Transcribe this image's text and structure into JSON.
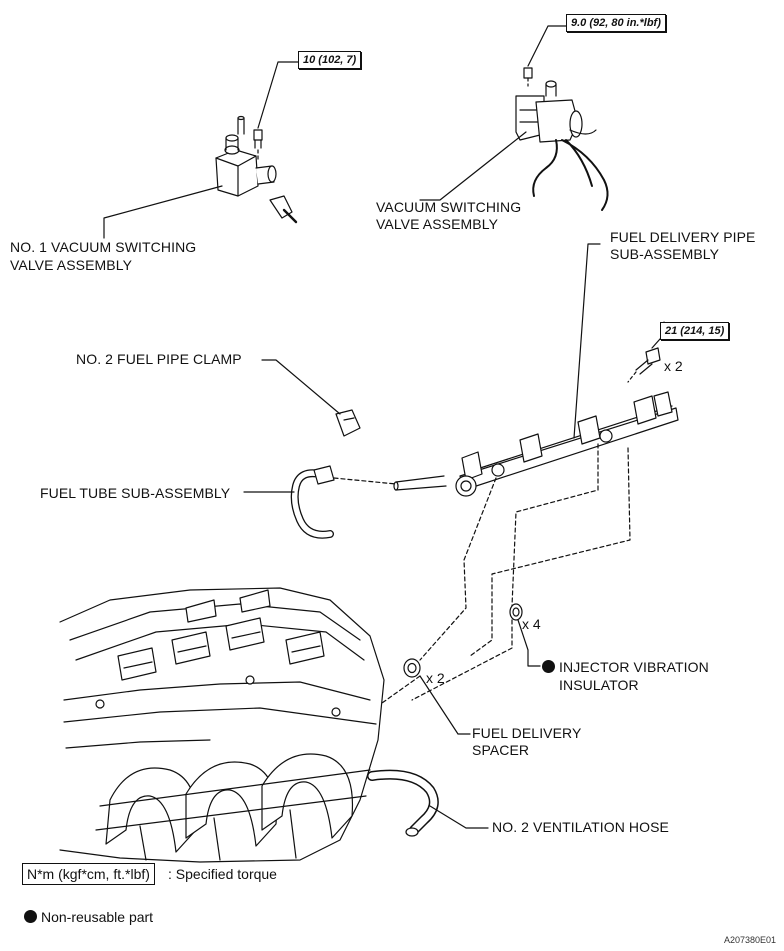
{
  "labels": {
    "vsv1_line1": "NO. 1 VACUUM SWITCHING",
    "vsv1_line2": "VALVE ASSEMBLY",
    "vsv_line1": "VACUUM SWITCHING",
    "vsv_line2": "VALVE ASSEMBLY",
    "fuel_pipe_line1": "FUEL DELIVERY PIPE",
    "fuel_pipe_line2": "SUB-ASSEMBLY",
    "clamp": "NO. 2 FUEL PIPE CLAMP",
    "fuel_tube": "FUEL TUBE SUB-ASSEMBLY",
    "insulator_line1": "INJECTOR VIBRATION",
    "insulator_line2": "INSULATOR",
    "spacer_line1": "FUEL DELIVERY",
    "spacer_line2": "SPACER",
    "vent_hose": "NO. 2 VENTILATION HOSE"
  },
  "torques": {
    "vsv1": "10 (102, 7)",
    "vsv": "9.0 (92, 80 in.*lbf)",
    "fuel_pipe": "21 (214, 15)"
  },
  "quantities": {
    "bolt": "x 2",
    "insulator": "x 4",
    "spacer": "x 2"
  },
  "legend": {
    "torque_units": "N*m (kgf*cm, ft.*lbf)",
    "torque_desc": ": Specified torque",
    "non_reusable": "Non-reusable part"
  },
  "figure_id": "A207380E01",
  "colors": {
    "ink": "#111111",
    "paper": "#ffffff"
  }
}
